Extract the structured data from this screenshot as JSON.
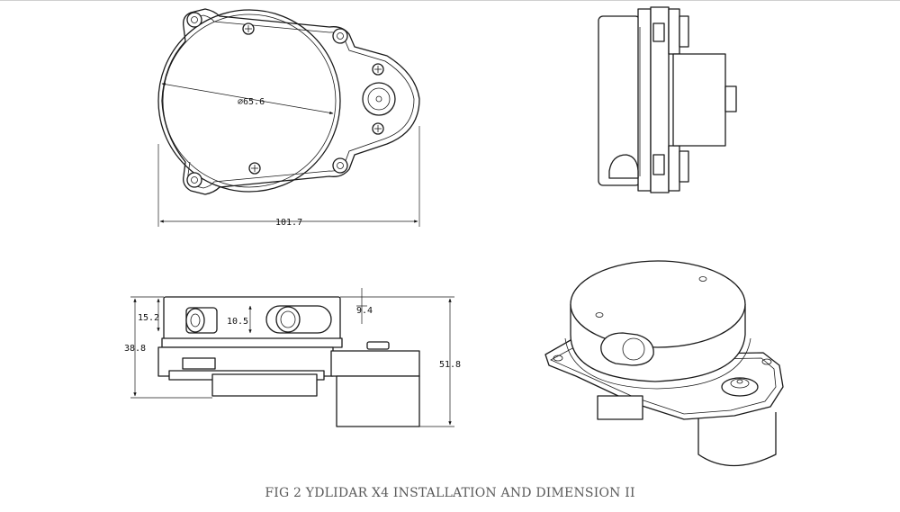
{
  "caption": "FIG 2 YDLIDAR X4 INSTALLATION AND DIMENSION II",
  "dimensions": {
    "diameter": "⌀65.6",
    "width": "101.7",
    "lens_height": "15.2",
    "window_height": "10.5",
    "top_offset": "9.4",
    "body_height": "38.8",
    "total_height": "51.8"
  }
}
